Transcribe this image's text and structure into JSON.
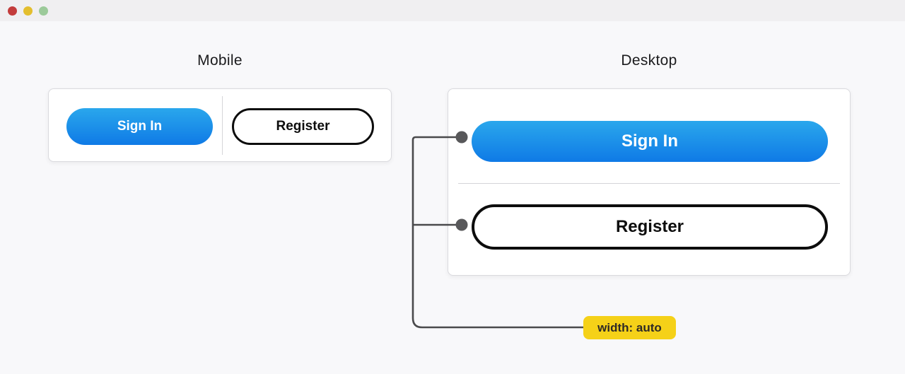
{
  "window": {
    "traffic_lights": {
      "close": "close",
      "minimize": "minimize",
      "zoom": "zoom"
    }
  },
  "sections": {
    "mobile": {
      "title": "Mobile",
      "buttons": {
        "sign_in": "Sign In",
        "register": "Register"
      }
    },
    "desktop": {
      "title": "Desktop",
      "buttons": {
        "sign_in": "Sign In",
        "register": "Register"
      }
    }
  },
  "annotation": {
    "label": "width: auto"
  },
  "colors": {
    "bg": "#f8f8fa",
    "titlebar_bg": "#f0eff1",
    "blue_top": "#2aa7ec",
    "blue_bottom": "#0f7ae6",
    "outline_black": "#0d0d0d",
    "line_gray": "#4a4a4c",
    "dot_gray": "#58585a",
    "badge_yellow": "#f5d118",
    "badge_text": "#2e2a26",
    "heading_text": "#1b1b1d",
    "divider_gray": "#d5d5d9",
    "tl_red": "#c33c3c",
    "tl_yellow": "#e3be2e",
    "tl_green": "#9cca9a"
  }
}
